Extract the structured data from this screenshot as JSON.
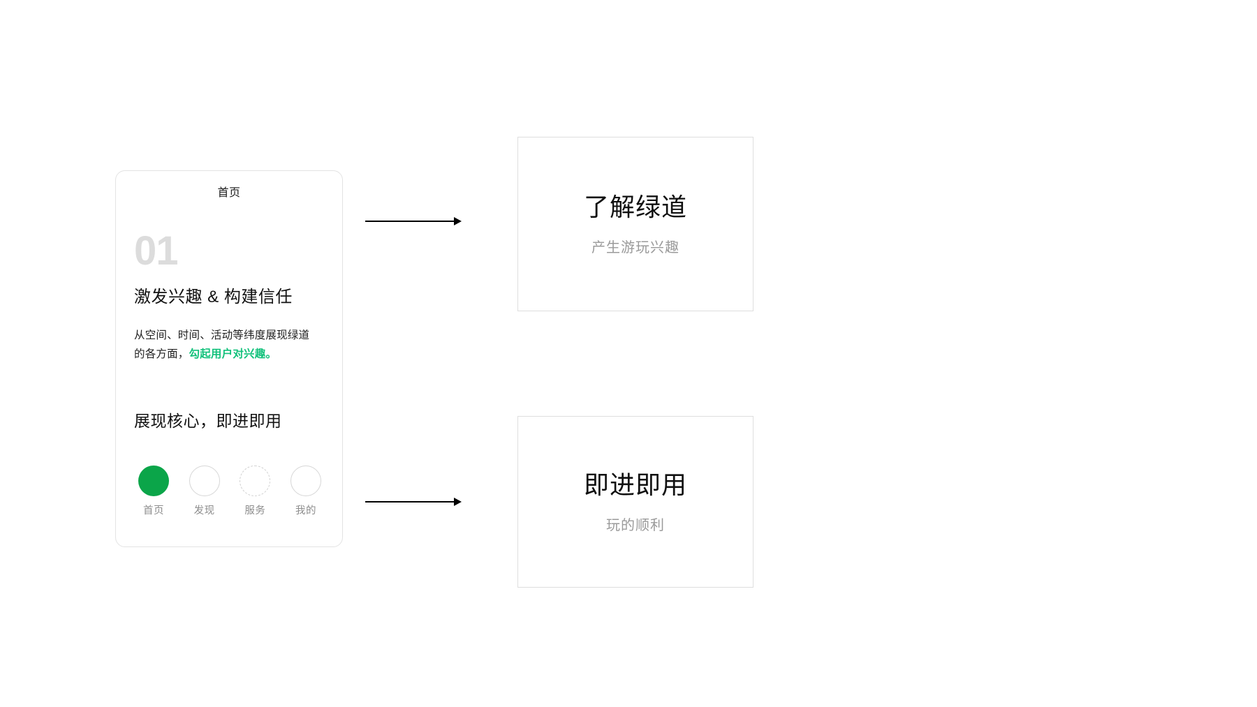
{
  "phone": {
    "header_title": "首页",
    "step_number": "01",
    "step_title": "激发兴趣 & 构建信任",
    "body_prefix": "从空间、时间、活动等纬度展现绿道的各方面，",
    "body_highlight": "勾起用户对兴趣。",
    "section_subtitle": "展现核心，即进即用",
    "tabs": [
      {
        "label": "首页",
        "style": "filled"
      },
      {
        "label": "发现",
        "style": "outline"
      },
      {
        "label": "服务",
        "style": "dashed"
      },
      {
        "label": "我的",
        "style": "outline"
      }
    ]
  },
  "outcomes": [
    {
      "title": "了解绿道",
      "subtitle": "产生游玩兴趣"
    },
    {
      "title": "即进即用",
      "subtitle": "玩的顺利"
    }
  ],
  "colors": {
    "accent_green": "#0ba549",
    "highlight_green": "#12c17b",
    "step_number_gray": "#dcdcdc",
    "muted_gray": "#9a9a9a",
    "card_border": "#dedede"
  }
}
